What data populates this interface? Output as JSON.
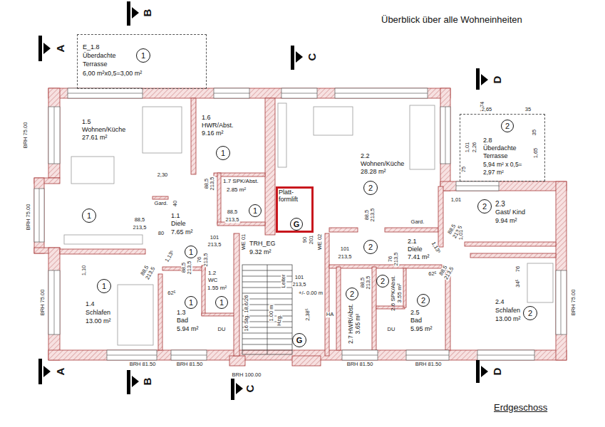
{
  "diagram": {
    "title": "Überblick über alle Wohneinheiten",
    "caption": "Erdgeschoss",
    "nodes": [
      {
        "text": [
          "E_1.8",
          "Überdachte",
          "Terrasse",
          "6,00 m²x0,5=3,00 m²"
        ]
      },
      {
        "text": [
          "1"
        ],
        "in": 0
      },
      {
        "text": [
          "1.5",
          "Wohnen/Küche",
          "27.61 m²"
        ]
      },
      {
        "text": [
          "1"
        ],
        "in": 2
      },
      {
        "text": [
          "1.6",
          "HWR/Abst.",
          "9.16 m²"
        ]
      },
      {
        "text": [
          "1"
        ],
        "in": 4
      },
      {
        "text": [
          "2.2",
          "Wohnen/Küche",
          "28.28 m²"
        ]
      },
      {
        "text": [
          "2"
        ],
        "in": 6
      },
      {
        "text": [
          "2.8",
          "Überdachte",
          "Terrasse",
          "5,94 m² x 0,5=",
          "2,97 m²"
        ]
      },
      {
        "text": [
          "2"
        ],
        "in": 8
      },
      {
        "text": [
          "1.7 SPK/Abst.",
          "2.85 m²"
        ]
      },
      {
        "text": [
          "1"
        ],
        "in": 10
      },
      {
        "text": [
          "Platt- formlift"
        ]
      },
      {
        "text": [
          "G"
        ],
        "in": 12
      },
      {
        "text": [
          "2.3",
          "Gast/ Kind",
          "9.94 m²"
        ]
      },
      {
        "text": [
          "2"
        ],
        "in": 14
      },
      {
        "text": [
          "1.1",
          "Diele",
          "7.65 m²"
        ]
      },
      {
        "text": [
          "1"
        ],
        "in": 16
      },
      {
        "text": [
          "TRH_EG",
          "9.32 m²"
        ]
      },
      {
        "text": [
          "G"
        ],
        "in": 18
      },
      {
        "text": [
          "2.1",
          "Diele",
          "7.41 m²"
        ]
      },
      {
        "text": [
          "2"
        ],
        "in": 20
      },
      {
        "text": [
          "1.2",
          "WC",
          "1.55 m²"
        ]
      },
      {
        "text": [
          "1"
        ],
        "in": 22
      },
      {
        "text": [
          "1.4",
          "Schlafen",
          "13.00 m²"
        ]
      },
      {
        "text": [
          "1"
        ],
        "in": 24
      },
      {
        "text": [
          "1.3",
          "Bad",
          "5.94 m²"
        ]
      },
      {
        "text": [
          "1"
        ],
        "in": 26
      },
      {
        "text": [
          "2.7 HWR/Abst.",
          "3.65 m²"
        ]
      },
      {
        "text": [
          "2"
        ],
        "in": 28
      },
      {
        "text": [
          "2.6 SPK/Abst.",
          "3.55 m²"
        ]
      },
      {
        "text": [
          "2"
        ],
        "in": 30
      },
      {
        "text": [
          "2.5",
          "Bad",
          "5.95 m²"
        ]
      },
      {
        "text": [
          "2"
        ],
        "in": 32
      },
      {
        "text": [
          "2.4",
          "Schlafen",
          "13.00 m²"
        ]
      },
      {
        "text": [
          "2"
        ],
        "in": 34
      }
    ],
    "labels": [
      "2,30",
      "Gard.",
      "40",
      "88,5",
      "213,5",
      "88,5",
      "213,5",
      "80",
      "88,5",
      "213,5",
      "101",
      "213,5",
      "1,13⁵",
      "88,5",
      "213,5",
      "1,10",
      "88,5",
      "213,5",
      "76",
      "213,5",
      "62⁵",
      "DU",
      "BRH 75.00",
      "BRH 75.00",
      "BRH 75.00",
      "BRH 81.50",
      "BRH 81.50",
      "BRH 100.00",
      "BRH 81.50",
      "BRH 81.50",
      "BRH 75.00",
      "90",
      "201",
      "WE 01",
      "WE 02",
      "101",
      "213,5",
      "+/- 0.00 m",
      "2,38⁵",
      "16 Stg. 18,6/26",
      "Leiter",
      "Hzg.",
      "1.00 m",
      "HA",
      "101",
      "213,5",
      "88,5",
      "213,5",
      "88,5",
      "213,5",
      "76",
      "213,5",
      "1,13⁵",
      "88,5",
      "213,5",
      "62⁵",
      "88,5",
      "213,5",
      "Gard.",
      "1,01",
      "1,01",
      "76",
      "34⁵",
      "1,74",
      "2,65",
      "35",
      "2,26",
      "1,01",
      "75",
      "1,65",
      "35",
      "DU",
      "A",
      "A",
      "B",
      "B",
      "C",
      "C",
      "D",
      "D"
    ]
  }
}
